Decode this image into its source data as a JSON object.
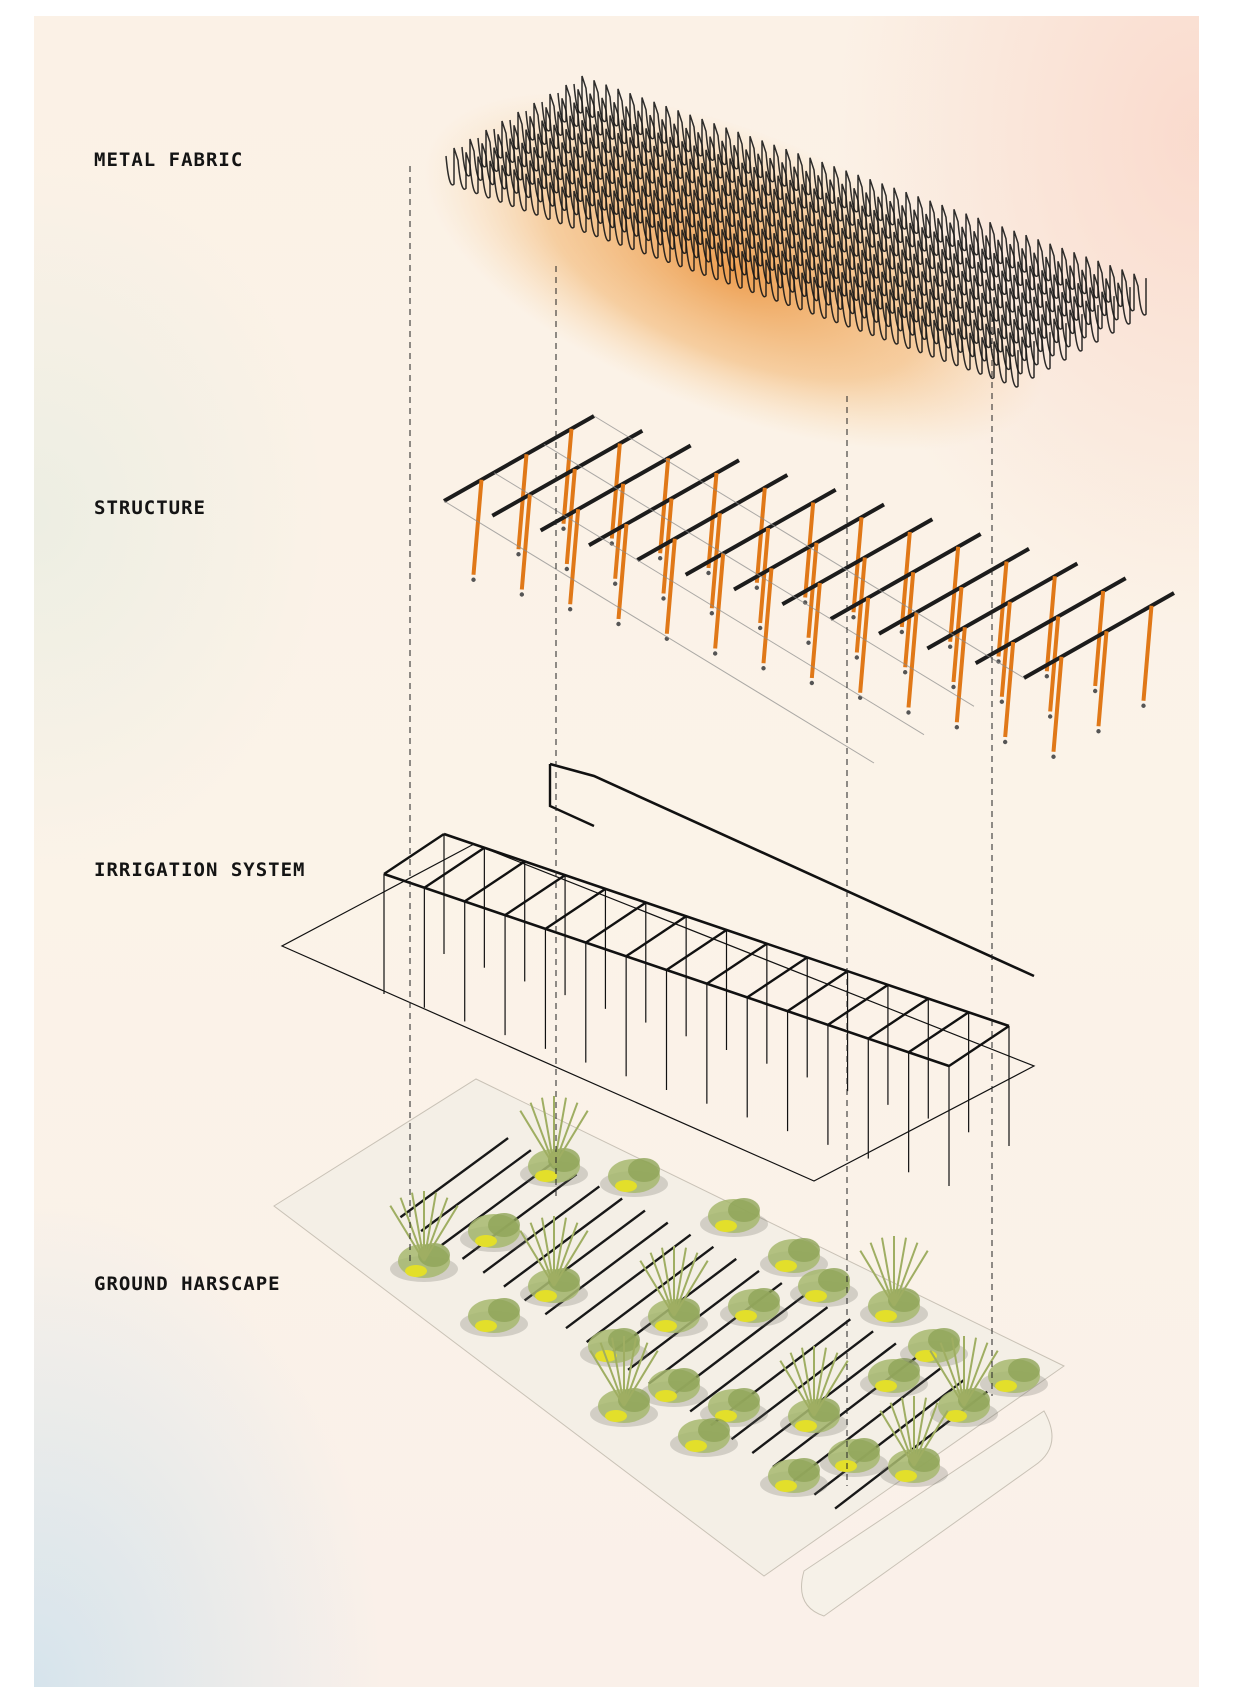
{
  "layers": [
    {
      "label": "METAL FABRIC"
    },
    {
      "label": "STRUCTURE"
    },
    {
      "label": "IRRIGATION SYSTEM"
    },
    {
      "label": "GROUND HARSCAPE"
    }
  ],
  "colors": {
    "fabric_stroke": "#161616",
    "fabric_glow": "#e8821e",
    "column": "#e07818",
    "beam": "#1c1c1c",
    "pipe": "#111111",
    "foliage": "#a7b86e",
    "flower": "#e3df2a",
    "ground": "#f4efe6"
  }
}
